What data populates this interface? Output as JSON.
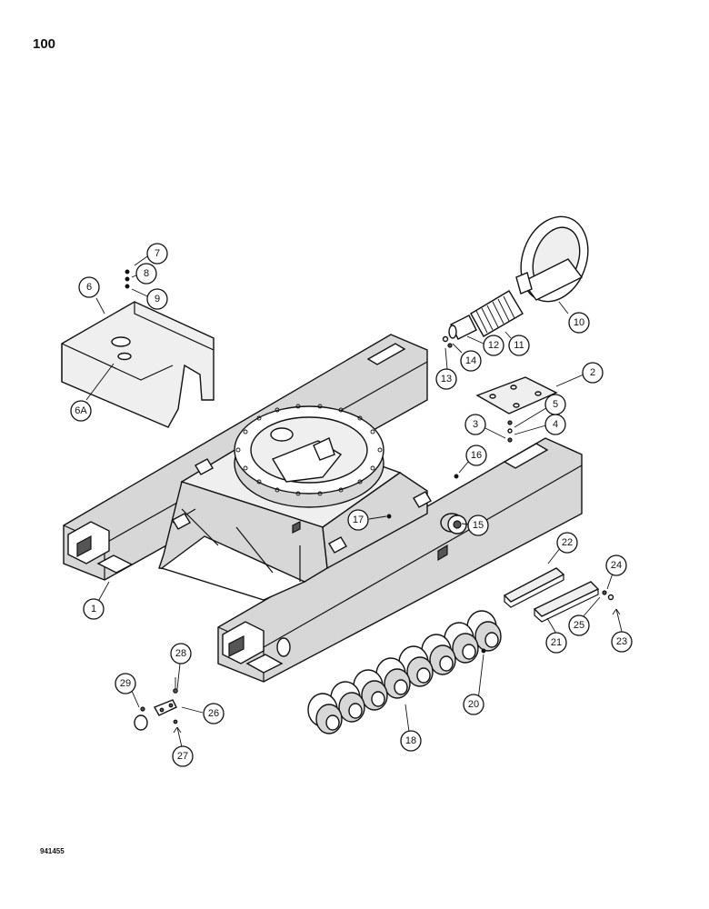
{
  "page_number": "100",
  "figure_code": "941455",
  "callouts": [
    "1",
    "2",
    "3",
    "4",
    "5",
    "6",
    "6A",
    "7",
    "8",
    "9",
    "10",
    "11",
    "12",
    "13",
    "14",
    "15",
    "16",
    "17",
    "18",
    "20",
    "21",
    "22",
    "23",
    "24",
    "25",
    "26",
    "27",
    "28",
    "29"
  ]
}
